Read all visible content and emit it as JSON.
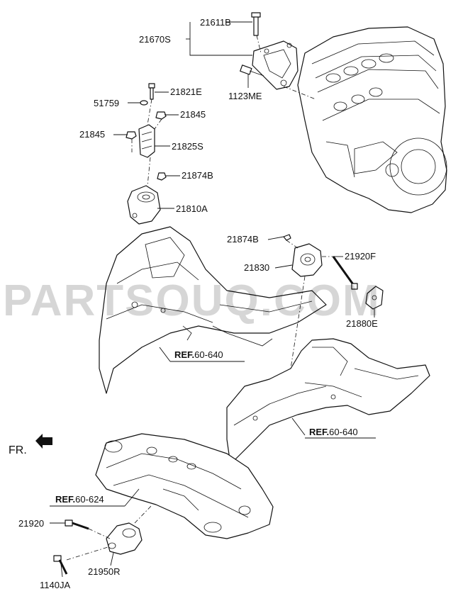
{
  "watermark": "PARTSOUQ.COM",
  "direction_label": "FR.",
  "callouts": [
    {
      "id": "21611b",
      "text": "21611B"
    },
    {
      "id": "21670s",
      "text": "21670S"
    },
    {
      "id": "1123me",
      "text": "1123ME"
    },
    {
      "id": "21821e",
      "text": "21821E"
    },
    {
      "id": "51759",
      "text": "51759"
    },
    {
      "id": "21845a",
      "text": "21845"
    },
    {
      "id": "21845b",
      "text": "21845"
    },
    {
      "id": "21825s",
      "text": "21825S"
    },
    {
      "id": "21874b-top",
      "text": "21874B"
    },
    {
      "id": "21810a",
      "text": "21810A"
    },
    {
      "id": "21874b-mid",
      "text": "21874B"
    },
    {
      "id": "21920f",
      "text": "21920F"
    },
    {
      "id": "21830",
      "text": "21830"
    },
    {
      "id": "21880e",
      "text": "21880E"
    },
    {
      "id": "21920",
      "text": "21920"
    },
    {
      "id": "21950r",
      "text": "21950R"
    },
    {
      "id": "1140ja",
      "text": "1140JA"
    }
  ],
  "references": [
    {
      "id": "ref1",
      "prefix": "REF.",
      "code": "60-640"
    },
    {
      "id": "ref2",
      "prefix": "REF.",
      "code": "60-640"
    },
    {
      "id": "ref3",
      "prefix": "REF.",
      "code": "60-624"
    }
  ]
}
